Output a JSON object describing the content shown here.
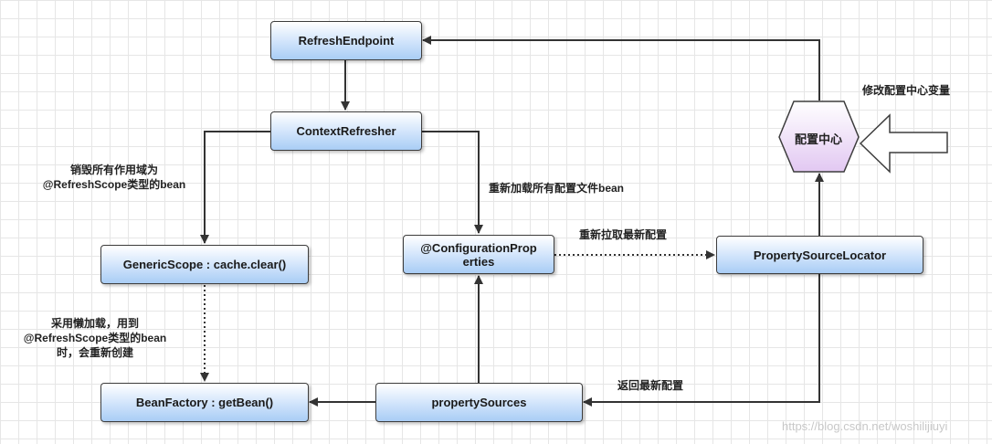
{
  "nodes": {
    "refresh_endpoint": "RefreshEndpoint",
    "context_refresher": "ContextRefresher",
    "generic_scope": "GenericScope : cache.clear()",
    "configuration_properties": "@ConfigurationProp\nerties",
    "property_source_locator": "PropertySourceLocator",
    "bean_factory": "BeanFactory : getBean()",
    "property_sources": "propertySources",
    "config_center": "配置中心"
  },
  "labels": {
    "modify_config": "修改配置中心变量",
    "destroy_scope": "销毁所有作用域为\n@RefreshScope类型的bean",
    "reload_beans": "重新加载所有配置文件bean",
    "pull_latest": "重新拉取最新配置",
    "lazy_load": "采用懒加载，用到\n@RefreshScope类型的bean\n时，会重新创建",
    "return_latest": "返回最新配置"
  },
  "watermark": "https://blog.csdn.net/woshilijiuyi"
}
